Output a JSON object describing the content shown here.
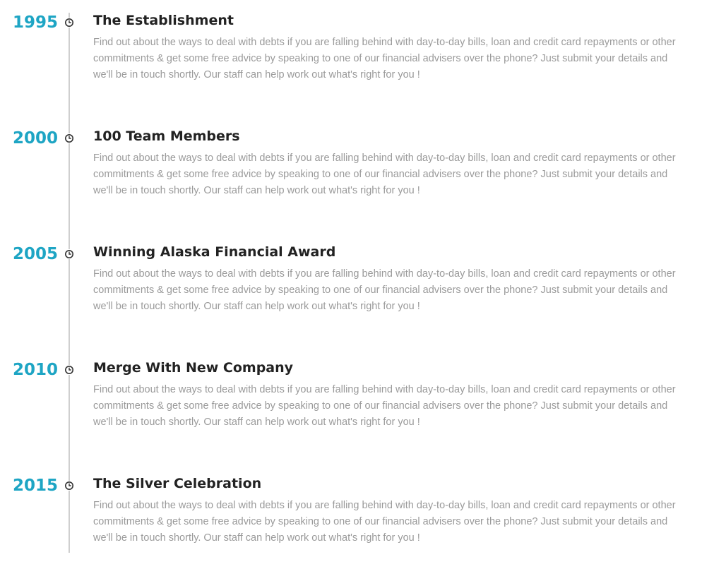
{
  "timeline": {
    "entries": [
      {
        "year": "1995",
        "title": "The Establishment",
        "description": "Find out about the ways to deal with debts if you are falling behind with day-to-day bills, loan and credit card repayments or other commitments & get some free advice by speaking to one of our financial advisers over the phone? Just submit your details and we'll be in touch shortly. Our staff can help work out what's right for you !"
      },
      {
        "year": "2000",
        "title": "100 Team Members",
        "description": "Find out about the ways to deal with debts if you are falling behind with day-to-day bills, loan and credit card repayments or other commitments & get some free advice by speaking to one of our financial advisers over the phone? Just submit your details and we'll be in touch shortly. Our staff can help work out what's right for you !"
      },
      {
        "year": "2005",
        "title": "Winning Alaska Financial Award",
        "description": "Find out about the ways to deal with debts if you are falling behind with day-to-day bills, loan and credit card repayments or other commitments & get some free advice by speaking to one of our financial advisers over the phone? Just submit your details and we'll be in touch shortly. Our staff can help work out what's right for you !"
      },
      {
        "year": "2010",
        "title": "Merge With New Company",
        "description": "Find out about the ways to deal with debts if you are falling behind with day-to-day bills, loan and credit card repayments or other commitments & get some free advice by speaking to one of our financial advisers over the phone? Just submit your details and we'll be in touch shortly. Our staff can help work out what's right for you !"
      },
      {
        "year": "2015",
        "title": "The Silver Celebration",
        "description": "Find out about the ways to deal with debts if you are falling behind with day-to-day bills, loan and credit card repayments or other commitments & get some free advice by speaking to one of our financial advisers over the phone? Just submit your details and we'll be in touch shortly. Our staff can help work out what's right for you !"
      }
    ],
    "marker_icon": "clock-icon",
    "colors": {
      "year": "#1ea5c4",
      "title": "#222222",
      "description": "#9a9a9a",
      "line": "#cfcfcf"
    }
  }
}
